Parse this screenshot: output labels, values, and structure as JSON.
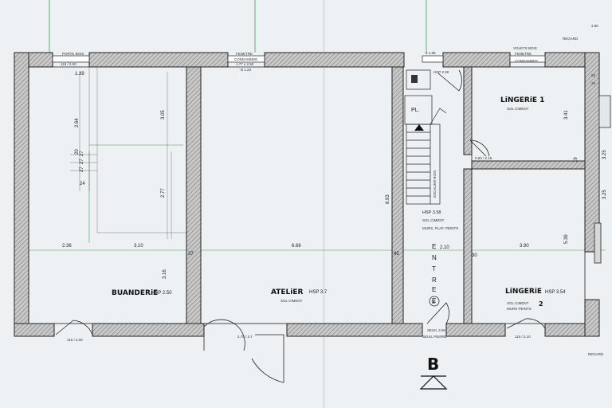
{
  "rooms": {
    "buanderie": {
      "name": "BUANDERiE",
      "hsp": "HSP 2.50"
    },
    "atelier": {
      "name": "ATELiER",
      "hsp": "HSP 3.7",
      "floor": "SOL CIMENT"
    },
    "lingerie1": {
      "name": "LiNGERiE 1",
      "floor": "SOL CIMENT"
    },
    "lingerie2": {
      "name": "LiNGERiE",
      "number": "2",
      "hsp": "HSP 3.54",
      "floor": "SOL CIMENT",
      "walls": "MURS PEINTS"
    },
    "entree": {
      "letters": [
        "E",
        "N",
        "T",
        "R",
        "E",
        "E"
      ],
      "marker": "B",
      "hsp": "HSP 3.58",
      "floor": "SOL CIMENT",
      "walls": "MURS, PLAF. PEINTS",
      "dim": "2.10",
      "placard": "PL.",
      "stairs": "ESCALIER BOIS",
      "hsp_top": "HSP 2.38"
    }
  },
  "openings": {
    "porte_bois": "PORTE BOIS",
    "porte_bois_dim": "115 / 2.00",
    "fenetre": "FENETRE",
    "condamnee": "CONDAMNEE",
    "fenetre_dim1": "1.77 x 2.50",
    "fenetre_dim2": "B 1.23",
    "entree_top_dim": "6 1.88",
    "volets_bois": "VOLETS BOIS",
    "fenetre_right": "FENETRE",
    "condamnee_right": "CONDAMNEE",
    "regard": "REGARD",
    "bottom_left_door": "116 / 2.00",
    "bottom_atelier_door": "2.75 / 3.7",
    "bottom_entree_dim": "SEUIL 3.06",
    "bottom_entree_dim2": "SEUIL PIERRE",
    "bottom_right_dim": "115 / 2.10",
    "regard_bottom": "REGARD",
    "lingerie1_door": "0.83 / 2.15",
    "right_edge_dim": "2.80"
  },
  "dimensions": {
    "row": [
      "2.36",
      "3.10",
      "37",
      "6.66",
      "45",
      "30",
      "3.90"
    ],
    "vertical": [
      "1.39",
      "2.64",
      "20",
      "27",
      "27",
      "27",
      "24",
      "3.05",
      "2.77",
      "3.16",
      "8.93",
      "3.41",
      "19",
      "5.39"
    ],
    "right_side": [
      "3.25",
      "3.25"
    ],
    "right_small": [
      "82",
      "23"
    ]
  },
  "section": {
    "letter": "B"
  }
}
